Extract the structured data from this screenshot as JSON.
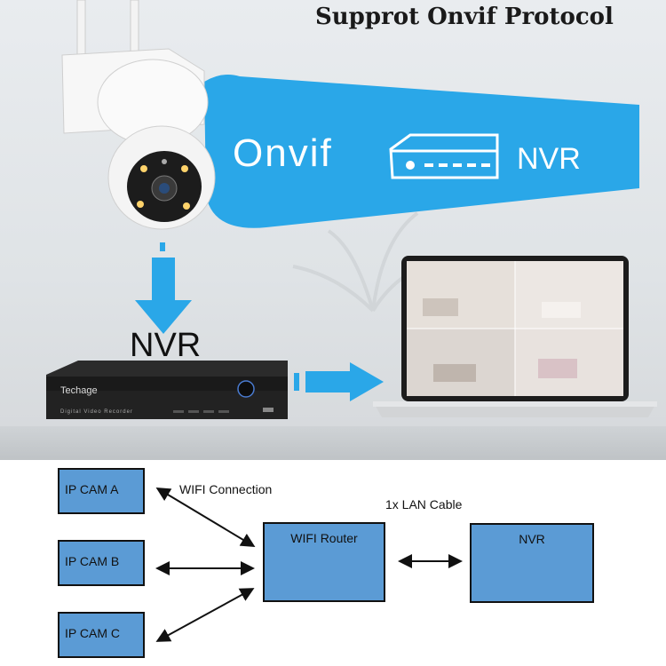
{
  "headline": "Supprot Onvif Protocol",
  "banner": {
    "onvif": "Onvif",
    "nvr": "NVR"
  },
  "nvr_label": "NVR",
  "nvr_device": {
    "brand": "Techage",
    "caption": "Digital  Video  Recorder"
  },
  "diagram": {
    "cameras": [
      {
        "label": "IP CAM A"
      },
      {
        "label": "IP CAM B"
      },
      {
        "label": "IP CAM C"
      }
    ],
    "router": "WIFI Router",
    "nvr": "NVR",
    "wifi_connection": "WIFI Connection",
    "lan_cable": "1x LAN Cable"
  },
  "colors": {
    "banner_blue": "#2aa7e8",
    "box_blue": "#5b9bd5"
  }
}
